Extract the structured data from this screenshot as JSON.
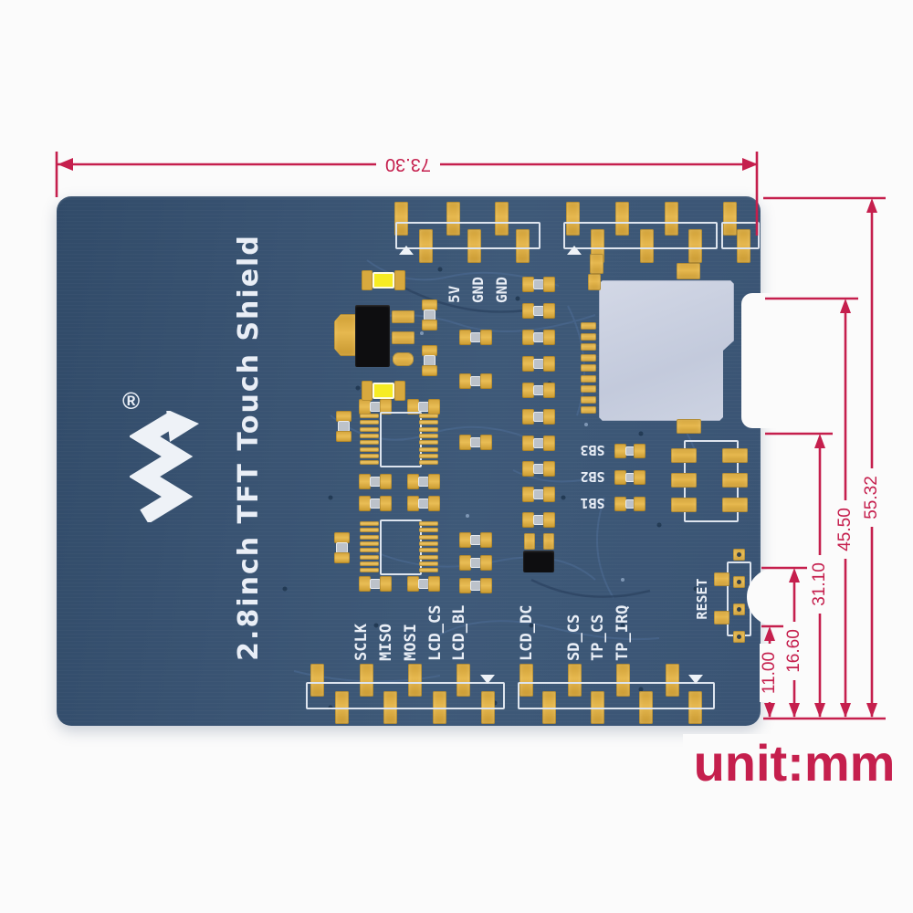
{
  "product": {
    "registered_mark": "®",
    "title": "2.8inch TFT Touch Shield",
    "logo_icon": "waveshare-logo"
  },
  "dimension_annotations": {
    "unit_label": "unit:mm",
    "board_width_mm": "73.30",
    "right_dims_mm": [
      "55.32",
      "45.50",
      "31.10",
      "16.60",
      "11.00"
    ]
  },
  "silkscreen": {
    "power_pins": [
      "5V",
      "GND",
      "GND"
    ],
    "solder_bridges": [
      "SB3",
      "SB2",
      "SB1"
    ],
    "reset_label": "RESET",
    "signal_pins": [
      "SCLK",
      "MISO",
      "MOSI",
      "LCD_CS",
      "LCD_BL",
      "LCD_DC",
      "SD_CS",
      "TP_CS",
      "TP_IRQ"
    ]
  },
  "colors": {
    "dimension_red": "#c51f4d",
    "board_blue": "#3a5474",
    "pad_gold": "#d9a83f",
    "silk_white": "#e9eef6",
    "led_yellow": "#f6ec23",
    "sd_slot_gray": "#c9cfdf"
  }
}
